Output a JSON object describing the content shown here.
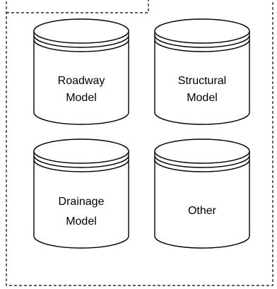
{
  "diagram": {
    "databases": [
      {
        "id": "roadway",
        "lines": [
          "Roadway",
          "Model"
        ]
      },
      {
        "id": "structural",
        "lines": [
          "Structural",
          "Model"
        ]
      },
      {
        "id": "drainage",
        "lines": [
          "Drainage",
          "Model"
        ]
      },
      {
        "id": "other",
        "lines": [
          "Other"
        ]
      }
    ]
  }
}
